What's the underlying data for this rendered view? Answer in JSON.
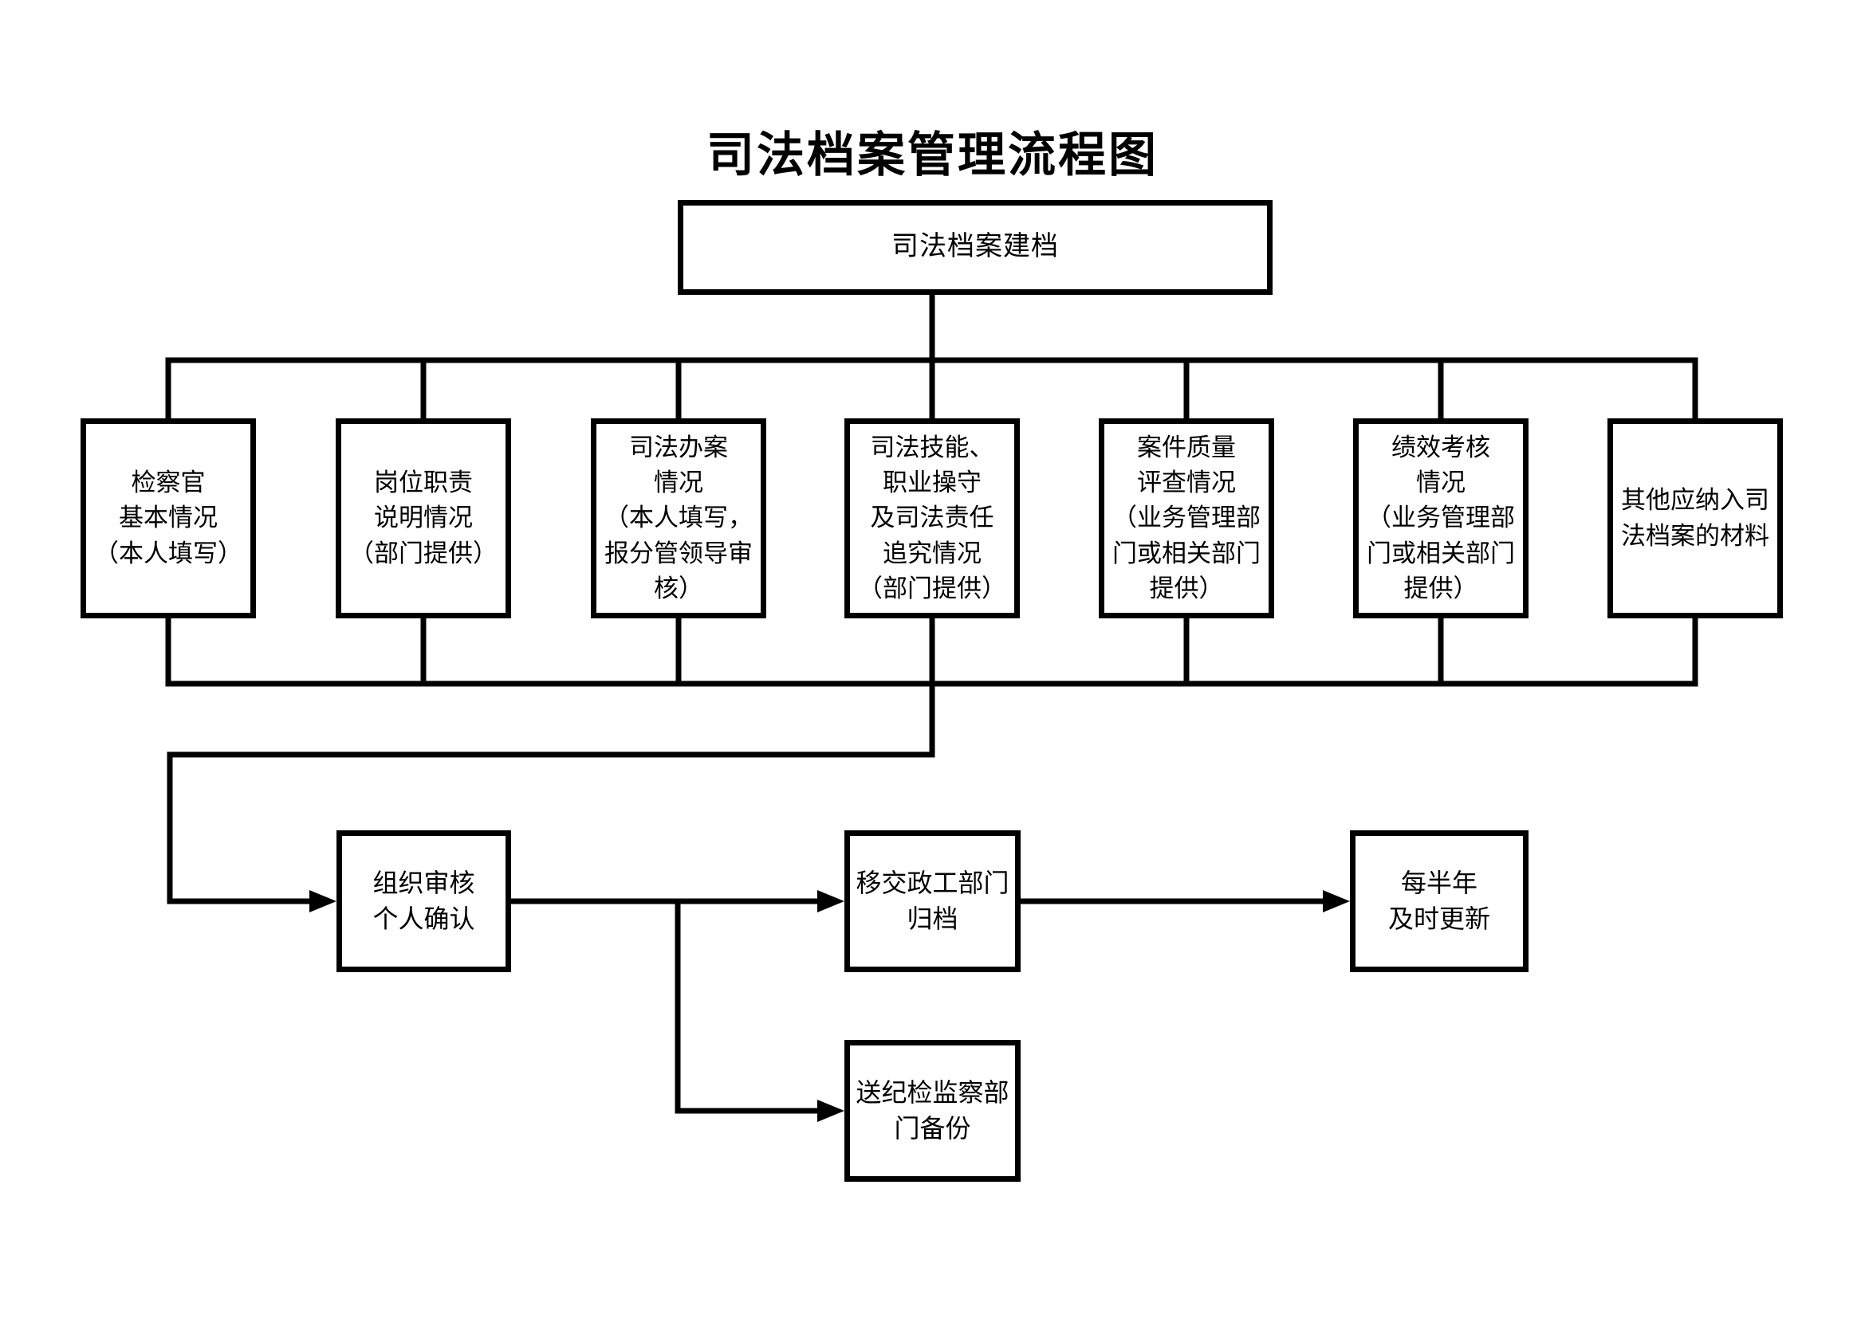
{
  "title": "司法档案管理流程图",
  "flow": {
    "root": {
      "label": "司法档案建档"
    },
    "branches": [
      {
        "label": "检察官\n基本情况\n（本人填写）"
      },
      {
        "label": "岗位职责\n说明情况\n（部门提供）"
      },
      {
        "label": "司法办案\n情况\n（本人填写，\n报分管领导审\n核）"
      },
      {
        "label": "司法技能、\n职业操守\n及司法责任\n追究情况\n（部门提供）"
      },
      {
        "label": "案件质量\n评查情况\n（业务管理部\n门或相关部门\n提供）"
      },
      {
        "label": "绩效考核\n情况\n（业务管理部\n门或相关部门\n提供）"
      },
      {
        "label": "其他应纳入司\n法档案的材料"
      }
    ],
    "review": {
      "label": "组织审核\n个人确认"
    },
    "archive": {
      "label": "移交政工部门\n归档"
    },
    "update": {
      "label": "每半年\n及时更新"
    },
    "backup": {
      "label": "送纪检监察部\n门备份"
    }
  },
  "colors": {
    "line": "#000000",
    "background": "#ffffff",
    "text": "#000000"
  }
}
